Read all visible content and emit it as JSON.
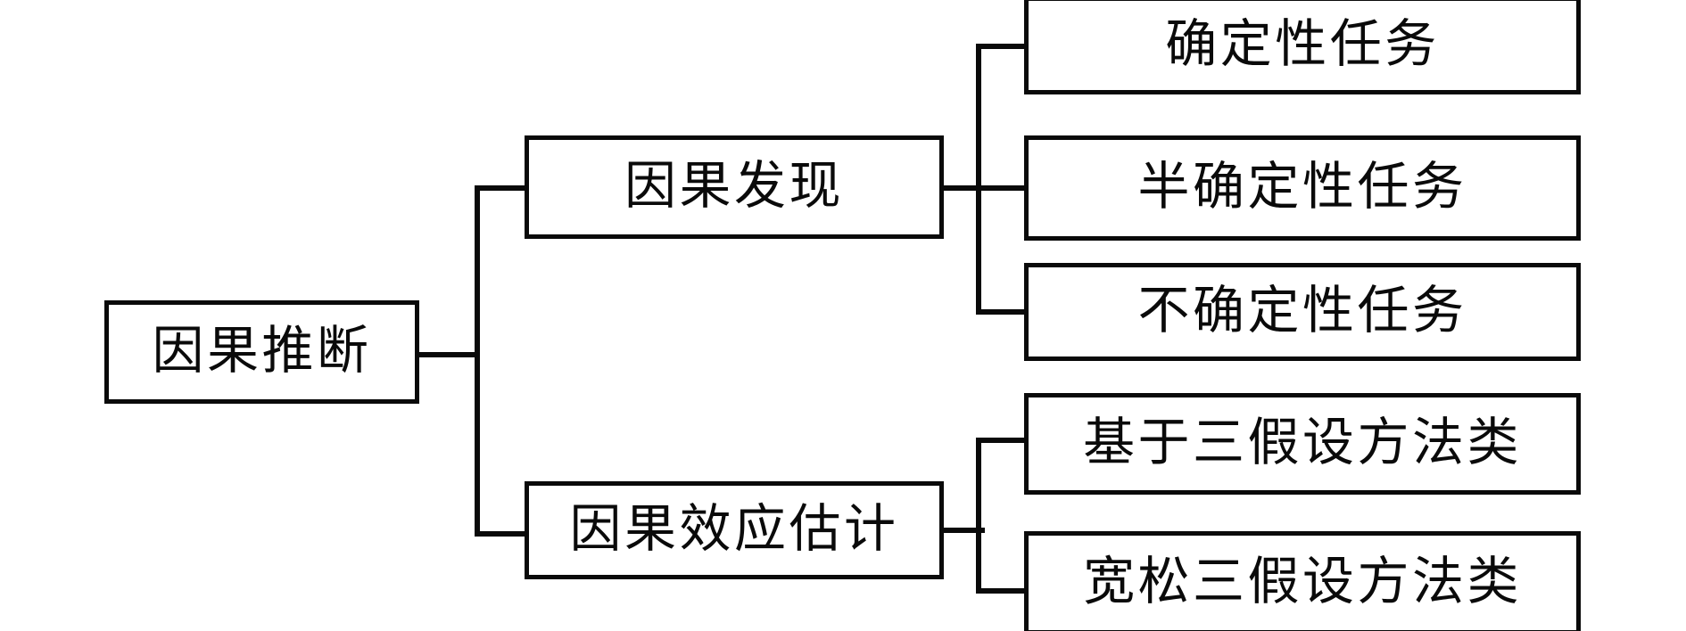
{
  "diagram": {
    "type": "tree",
    "orientation": "left-to-right",
    "title": "因果推断",
    "background_color": "#ffffff",
    "line_color": "#0a0a0a",
    "box_border_color": "#0a0a0a",
    "box_fill_color": "#ffffff",
    "root": {
      "id": "causal-inference",
      "label": "因果推断"
    },
    "branches": [
      {
        "id": "causal-discovery",
        "label": "因果发现",
        "children": [
          {
            "id": "deterministic-task",
            "label": "确定性任务"
          },
          {
            "id": "semi-deterministic-task",
            "label": "半确定性任务"
          },
          {
            "id": "non-deterministic-task",
            "label": "不确定性任务"
          }
        ]
      },
      {
        "id": "causal-effect-estimation",
        "label": "因果效应估计",
        "children": [
          {
            "id": "three-assumption-methods",
            "label": "基于三假设方法类"
          },
          {
            "id": "relaxed-three-assumption-methods",
            "label": "宽松三假设方法类"
          }
        ]
      }
    ]
  }
}
